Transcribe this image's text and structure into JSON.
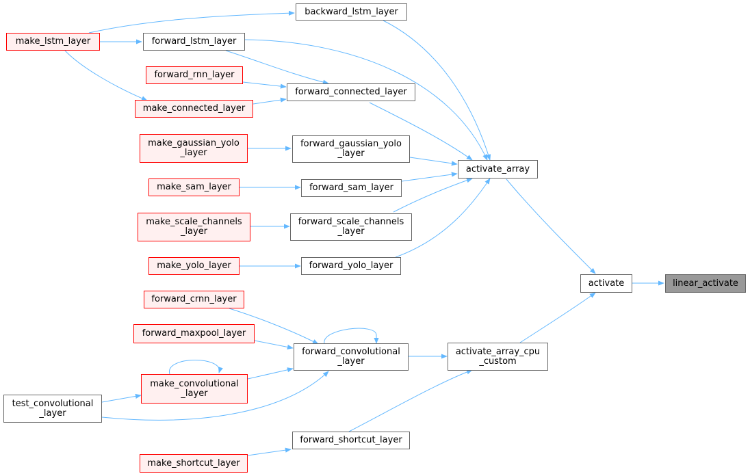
{
  "colors": {
    "edge": "#63b8ff",
    "red_border": "#ff0000",
    "red_fill": "#fff0f0",
    "focus_fill": "#999999",
    "border": "#666666"
  },
  "nodes": {
    "backward_lstm_layer": "backward_lstm_layer",
    "make_lstm_layer": "make_lstm_layer",
    "forward_lstm_layer": "forward_lstm_layer",
    "forward_rnn_layer": "forward_rnn_layer",
    "forward_connected_layer": "forward_connected_layer",
    "make_connected_layer": "make_connected_layer",
    "make_gaussian_yolo_layer": "make_gaussian_yolo\n_layer",
    "forward_gaussian_yolo_layer": "forward_gaussian_yolo\n_layer",
    "activate_array": "activate_array",
    "make_sam_layer": "make_sam_layer",
    "forward_sam_layer": "forward_sam_layer",
    "make_scale_channels_layer": "make_scale_channels\n_layer",
    "forward_scale_channels_layer": "forward_scale_channels\n_layer",
    "make_yolo_layer": "make_yolo_layer",
    "forward_yolo_layer": "forward_yolo_layer",
    "activate": "activate",
    "linear_activate": "linear_activate",
    "forward_crnn_layer": "forward_crnn_layer",
    "forward_maxpool_layer": "forward_maxpool_layer",
    "forward_convolutional_layer": "forward_convolutional\n_layer",
    "activate_array_cpu_custom": "activate_array_cpu\n_custom",
    "make_convolutional_layer": "make_convolutional\n_layer",
    "test_convolutional_layer": "test_convolutional\n_layer",
    "forward_shortcut_layer": "forward_shortcut_layer",
    "make_shortcut_layer": "make_shortcut_layer"
  }
}
